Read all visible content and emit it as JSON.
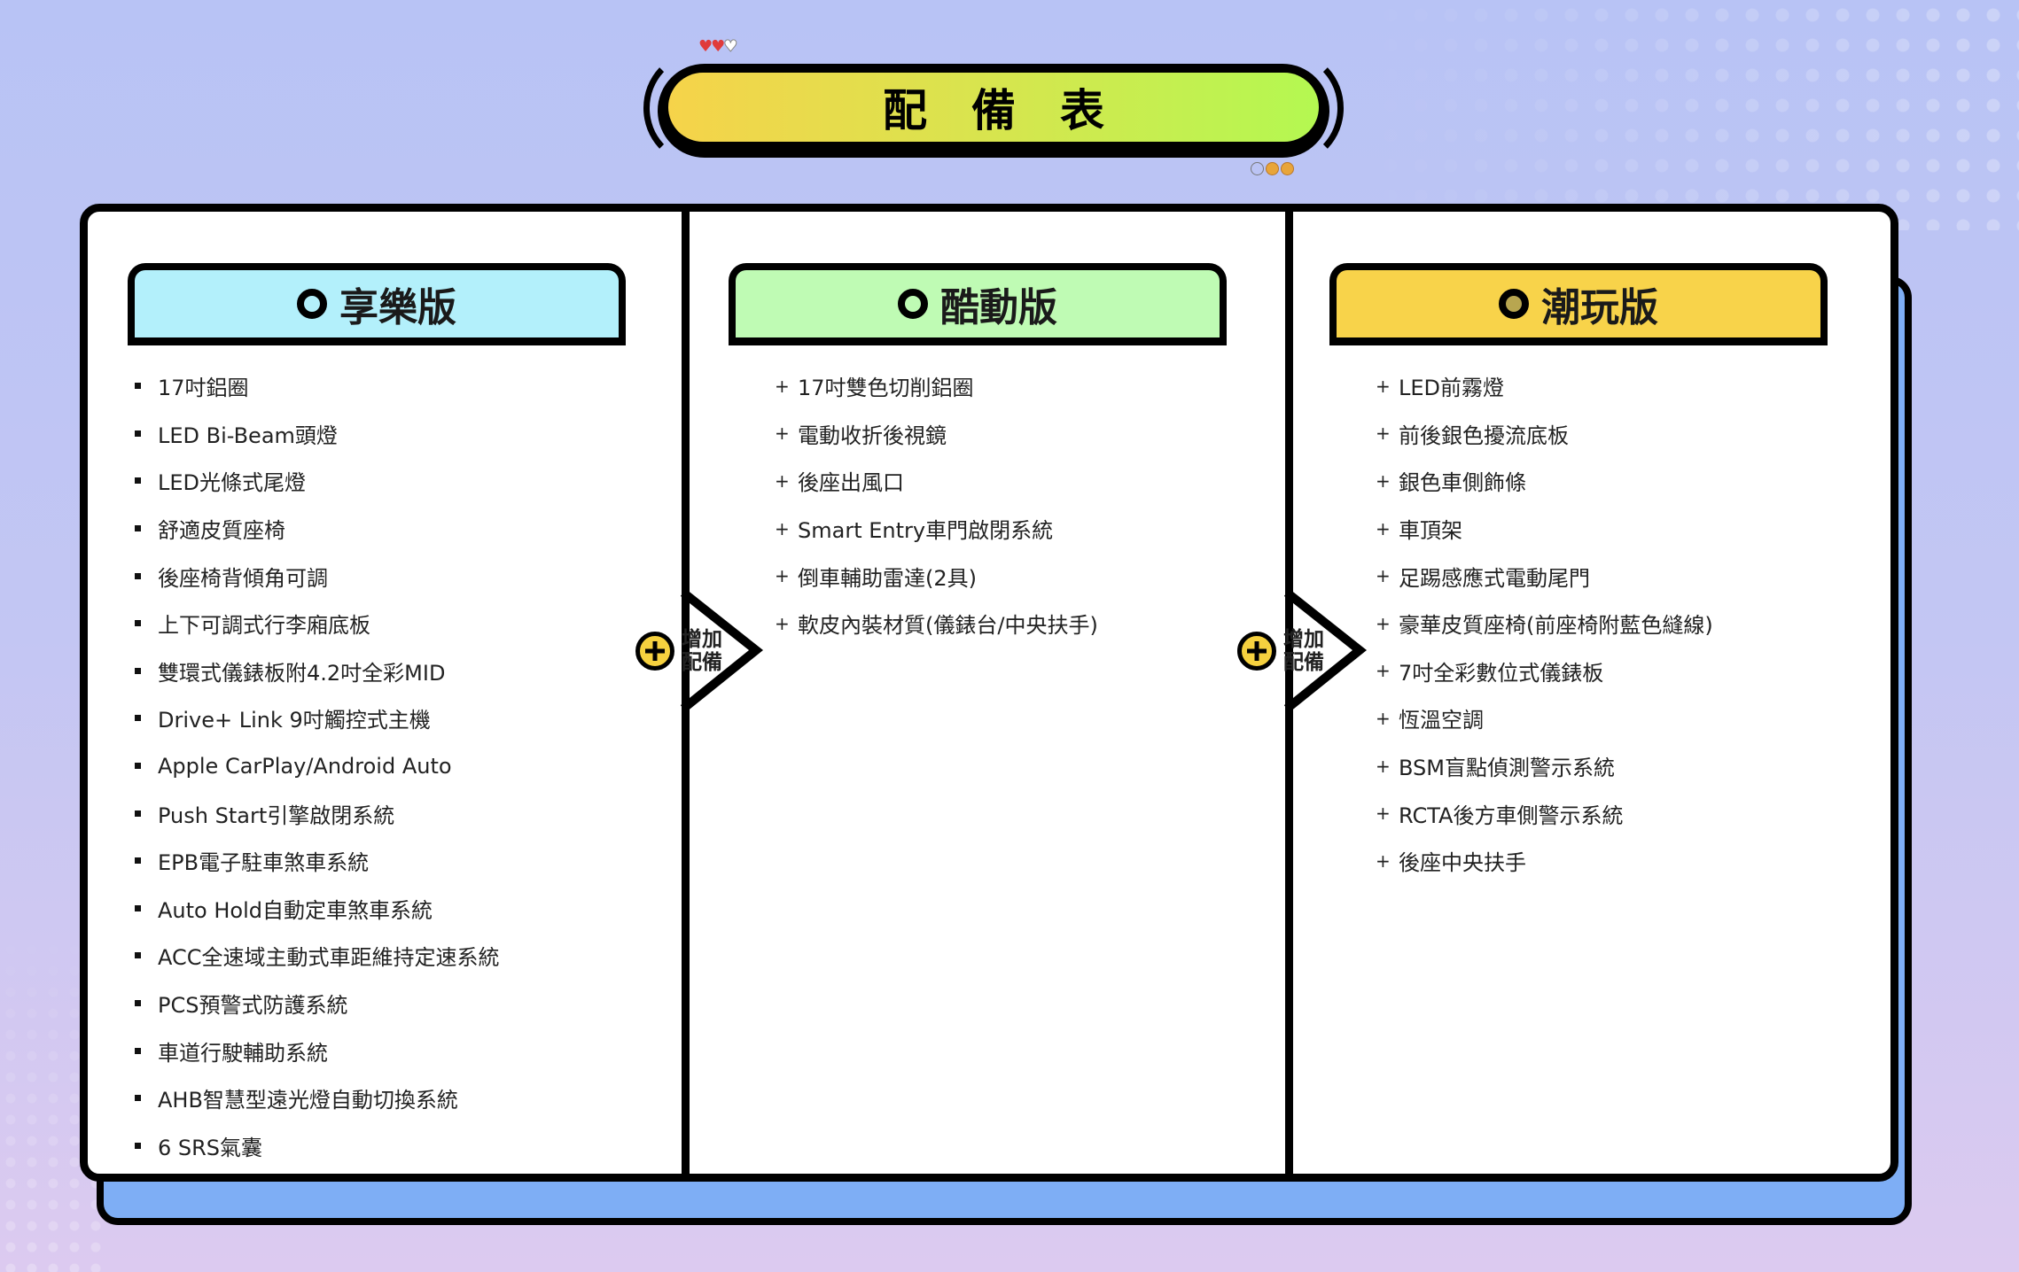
{
  "title": "配備表",
  "title_chars": [
    "配",
    "備",
    "表"
  ],
  "lives": {
    "full": 2,
    "total": 3
  },
  "coins": {
    "full": 2,
    "total": 3
  },
  "add_label_line1": "增加",
  "add_label_line2": "配備",
  "columns": [
    {
      "name": "享樂版",
      "color": "#b3f0fb",
      "marker": "■",
      "items": [
        "17吋鋁圈",
        "LED Bi-Beam頭燈",
        "LED光條式尾燈",
        "舒適皮質座椅",
        "後座椅背傾角可調",
        "上下可調式行李廂底板",
        "雙環式儀錶板附4.2吋全彩MID",
        "Drive+ Link 9吋觸控式主機",
        "Apple CarPlay/Android Auto",
        "Push Start引擎啟閉系統",
        "EPB電子駐車煞車系統",
        "Auto Hold自動定車煞車系統",
        "ACC全速域主動式車距維持定速系統",
        "PCS預警式防護系統",
        "車道行駛輔助系統",
        "AHB智慧型遠光燈自動切換系統",
        "6 SRS氣囊"
      ]
    },
    {
      "name": "酷動版",
      "color": "#bffbb4",
      "marker": "+",
      "items": [
        "17吋雙色切削鋁圈",
        "電動收折後視鏡",
        "後座出風口",
        "Smart Entry車門啟閉系統",
        "倒車輔助雷達(2具)",
        "軟皮內裝材質(儀錶台/中央扶手)"
      ]
    },
    {
      "name": "潮玩版",
      "color": "#f8d34a",
      "marker": "+",
      "items": [
        "LED前霧燈",
        "前後銀色擾流底板",
        "銀色車側飾條",
        "車頂架",
        "足踢感應式電動尾門",
        "豪華皮質座椅(前座椅附藍色縫線)",
        "7吋全彩數位式儀錶板",
        "恆溫空調",
        "BSM盲點偵測警示系統",
        "RCTA後方車側警示系統",
        "後座中央扶手"
      ]
    }
  ]
}
